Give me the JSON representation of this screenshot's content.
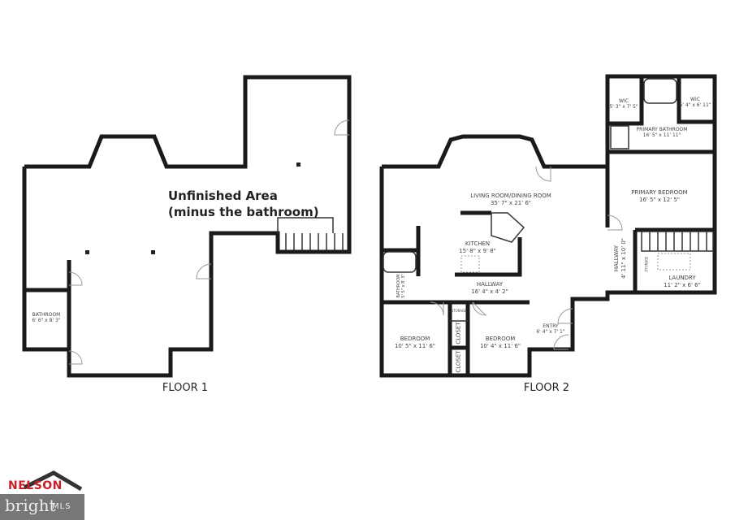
{
  "floor1": {
    "label": "FLOOR 1",
    "unfinished_area": {
      "line1": "Unfinished Area",
      "line2": "(minus the bathroom)"
    },
    "rooms": [
      {
        "name": "BATHROOM",
        "dims": "6' 6\" x 8' 3\""
      }
    ]
  },
  "floor2": {
    "label": "FLOOR 2",
    "rooms": {
      "wic_left": {
        "name": "WIC",
        "dims": "5' 3\" x 7' 5\""
      },
      "wic_right": {
        "name": "WIC",
        "dims": "5' 4\" x 6' 11\""
      },
      "primary_bathroom": {
        "name": "PRIMARY BATHROOM",
        "dims": "16' 5\" x 11' 11\""
      },
      "primary_bedroom": {
        "name": "PRIMARY BEDROOM",
        "dims": "16' 5\" x 12' 5\""
      },
      "living_dining": {
        "name": "LIVING ROOM/DINING ROOM",
        "dims": "35' 7\" x 21' 6\""
      },
      "kitchen": {
        "name": "KITCHEN",
        "dims": "15' 8\" x 9' 8\""
      },
      "hallway_main": {
        "name": "HALLWAY",
        "dims": "16' 4\" x 4' 2\""
      },
      "hallway_side": {
        "name": "HALLWAY",
        "dims": "4' 11\" x 10' 0\""
      },
      "bathroom": {
        "name": "BATHROOM",
        "dims": "5' 5\" x 8' 3\""
      },
      "laundry": {
        "name": "LAUNDRY",
        "dims": "11' 2\" x 6' 6\""
      },
      "storage_main": {
        "name": "STORAGE"
      },
      "storage_side": {
        "name": "STORAGE"
      },
      "bedroom_left": {
        "name": "BEDROOM",
        "dims": "10' 5\" x 11' 6\""
      },
      "bedroom_right": {
        "name": "BEDROOM",
        "dims": "10' 4\" x 11' 6\""
      },
      "closet_top": {
        "name": "CLOSET"
      },
      "closet_bottom": {
        "name": "CLOSET"
      },
      "entry": {
        "name": "ENTRY",
        "dims": "6' 4\" x 7' 1\""
      }
    }
  },
  "logo": {
    "brand": "NELSON",
    "mls_brand": "bright",
    "mls_suffix": "MLS",
    "brand_color": "#c8202a"
  }
}
